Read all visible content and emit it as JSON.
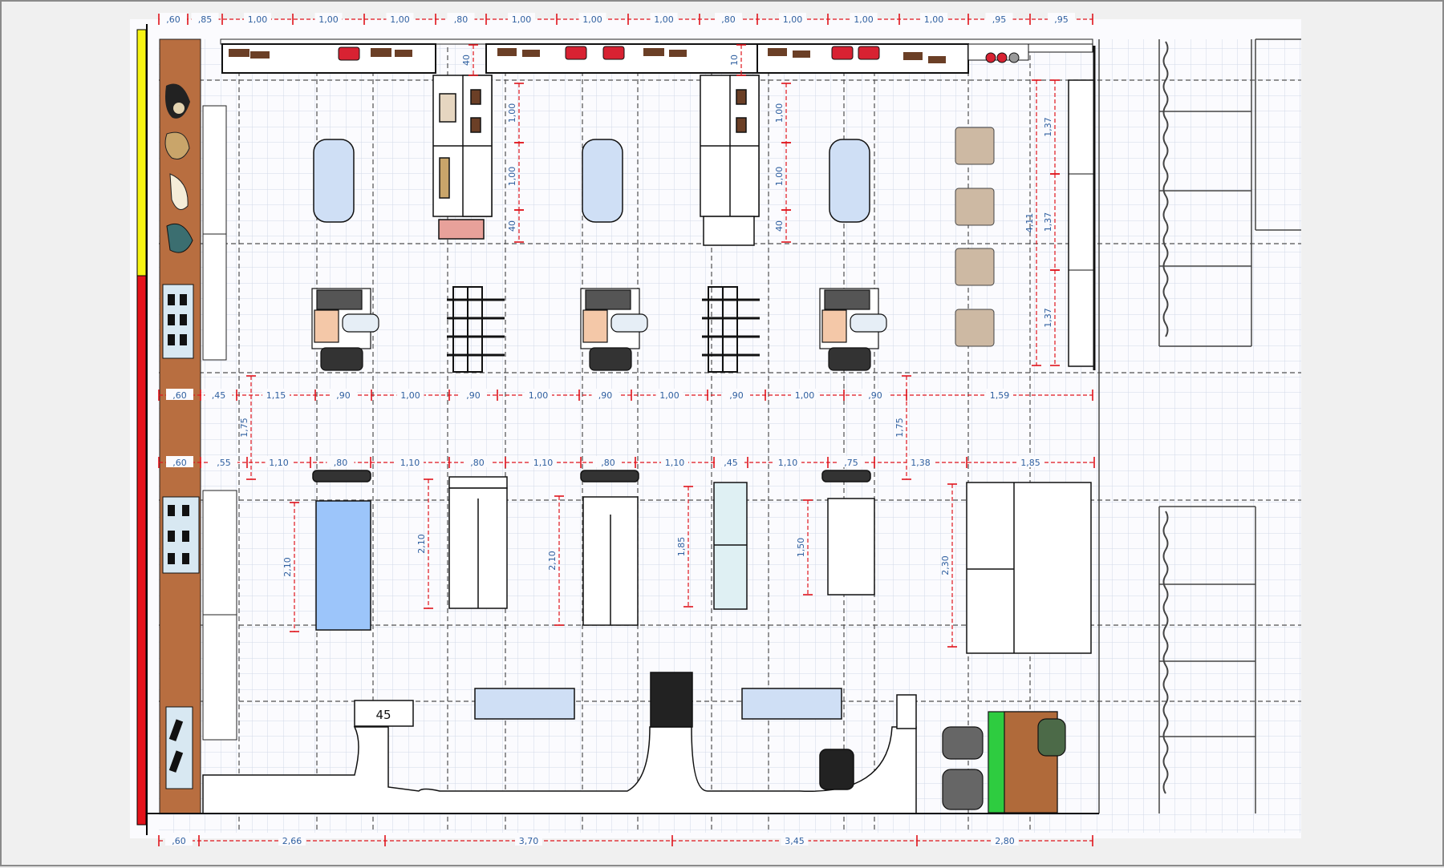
{
  "colors": {
    "dimension": "#e0141b",
    "dim_text": "#3060a0",
    "grid": "#c8cfe0",
    "wall_brown": "#b86e40",
    "stripe_yellow": "#f7f414",
    "stripe_red": "#e5131b",
    "glass": "#cfdff5",
    "blue_table": "#9cc5fa",
    "beige_block": "#cdb9a3",
    "green_desk": "#2ecc40"
  },
  "top_dimensions": [
    ",60",
    ",85",
    "1,00",
    "1,00",
    "1,00",
    ",80",
    "1,00",
    "1,00",
    "1,00",
    ",80",
    "1,00",
    "1,00",
    "1,00",
    ",95",
    ",95"
  ],
  "row1_dimensions": [
    ",60",
    ",45",
    "1,15",
    ",90",
    "1,00",
    ",90",
    "1,00",
    ",90",
    "1,00",
    ",90",
    "1,00",
    ",90",
    "1,59"
  ],
  "row2_dimensions": [
    ",60",
    ",55",
    "1,10",
    ",80",
    "1,10",
    ",80",
    "1,10",
    ",80",
    "1,10",
    ",45",
    "1,10",
    ",75",
    "1,38",
    "1,85"
  ],
  "bottom_dimensions": [
    ",60",
    "2,66",
    "3,70",
    "3,45",
    "2,80"
  ],
  "vertical_labels": {
    "wall_a_1": "1,00",
    "wall_a_2": "1,00",
    "wall_a_3": "40",
    "wall_a_top": "40",
    "wall_b_1": "1,00",
    "wall_b_2": "1,00",
    "wall_b_3": "40",
    "wall_b_top": "10",
    "right_total": "4,11",
    "right_1": "1,37",
    "right_2": "1,37",
    "right_3": "1,37",
    "aisle_1": "1,75",
    "aisle_2": "1,75",
    "item_1": "2,10",
    "item_2": "2,10",
    "item_3": "2,10",
    "item_4": "1,85",
    "item_5": "1,50",
    "item_6": "2,30"
  },
  "counter_label": "45"
}
